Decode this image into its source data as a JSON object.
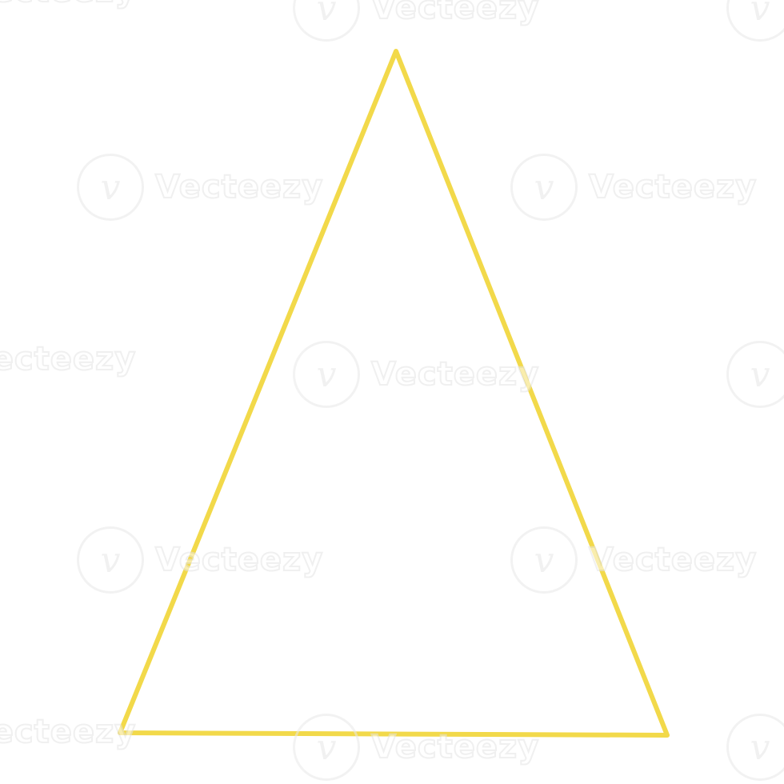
{
  "image": {
    "subject": "triangle-outline",
    "stroke_color": "#f2d94a",
    "background_color": "#ffffff"
  },
  "watermark": {
    "text": "Vecteezy",
    "logo_glyph": "v"
  }
}
